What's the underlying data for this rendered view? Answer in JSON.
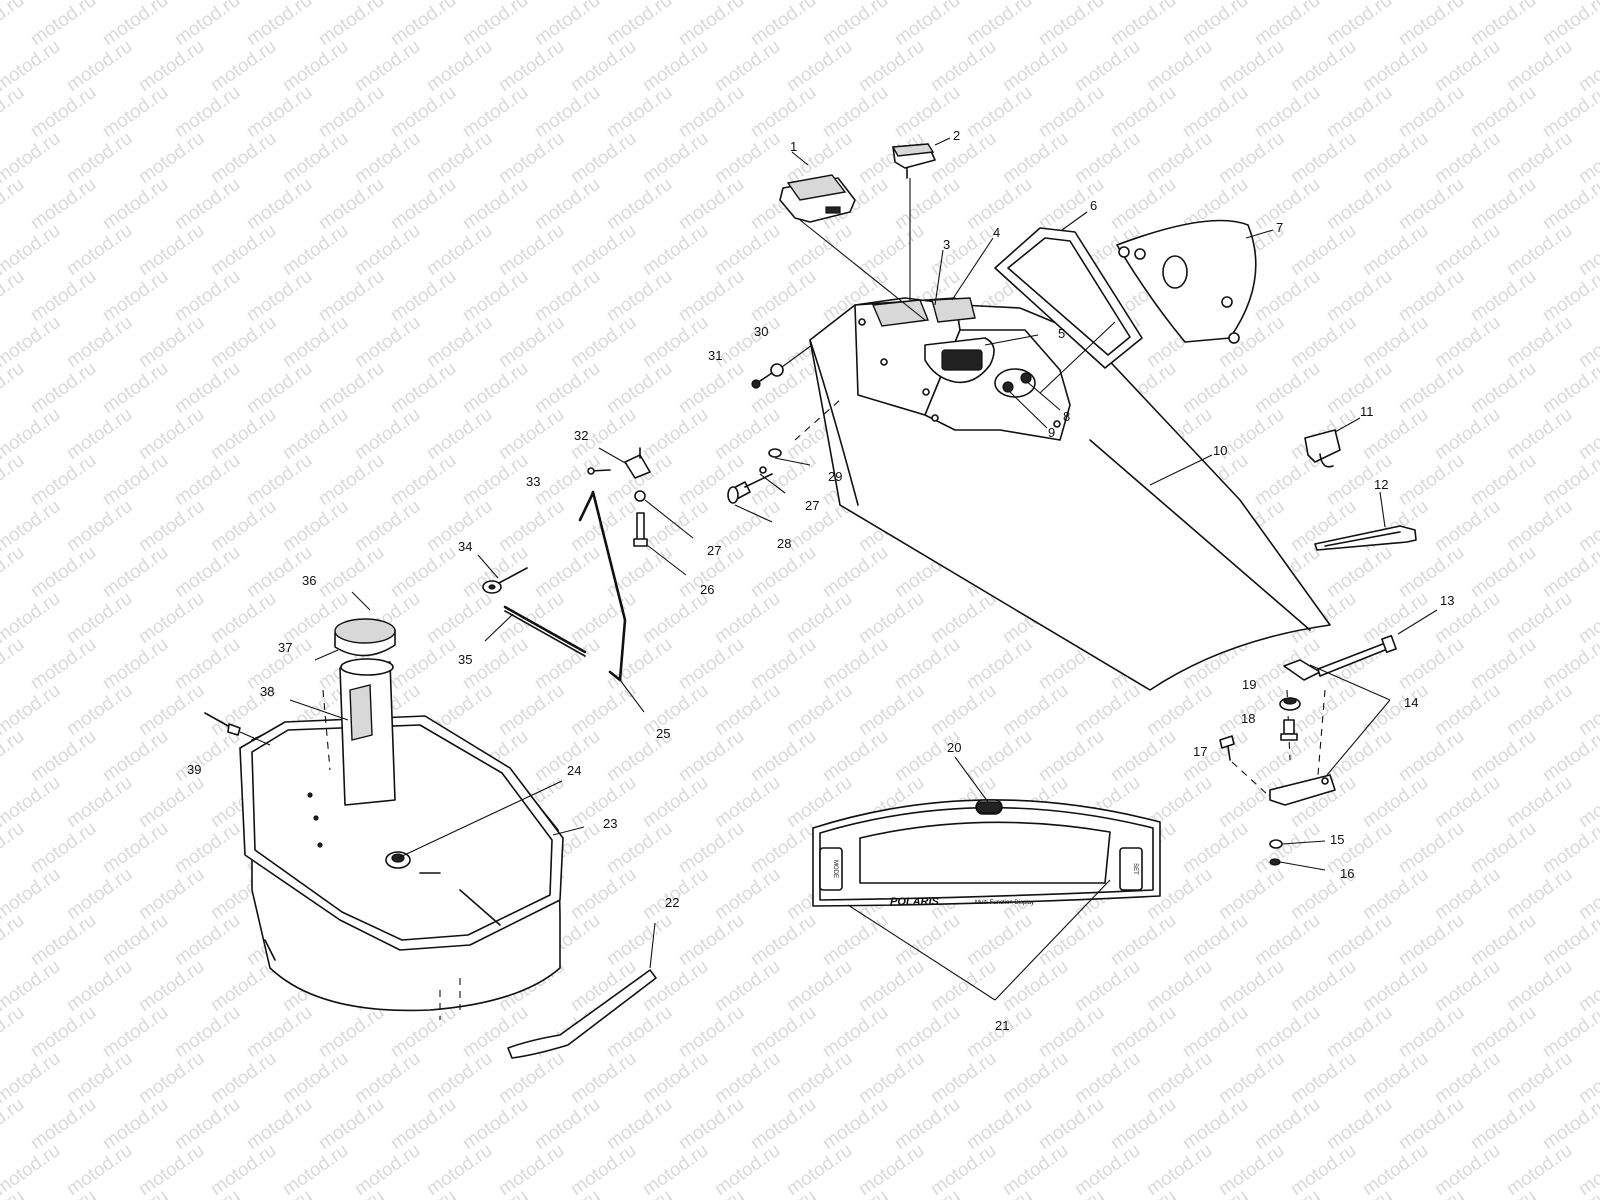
{
  "watermark": {
    "text": "motod.ru"
  },
  "display_panel": {
    "brand": "POLARIS",
    "caption": "Multi-Function Display",
    "left_button": "MODE",
    "right_button": "SET"
  },
  "callouts": [
    "1",
    "2",
    "3",
    "4",
    "5",
    "6",
    "7",
    "8",
    "9",
    "10",
    "11",
    "12",
    "13",
    "14",
    "15",
    "16",
    "17",
    "18",
    "19",
    "20",
    "21",
    "22",
    "23",
    "24",
    "25",
    "26",
    "27",
    "27",
    "28",
    "29",
    "30",
    "31",
    "32",
    "33",
    "34",
    "35",
    "36",
    "37",
    "38",
    "39"
  ]
}
